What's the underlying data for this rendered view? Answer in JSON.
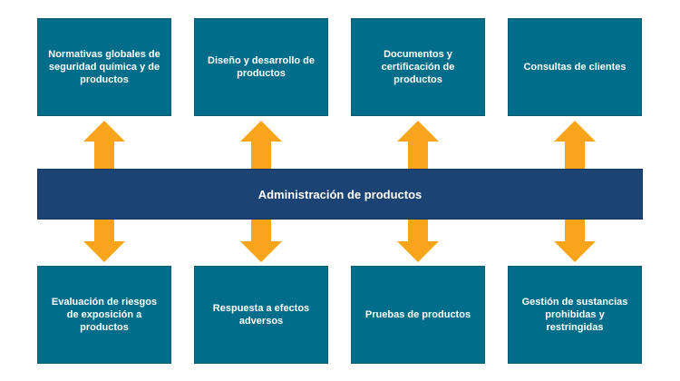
{
  "colors": {
    "box": "#006E8A",
    "bar": "#1B4373",
    "arrow": "#F9A51B"
  },
  "top_boxes": [
    {
      "label": "Normativas globales de seguridad química y de productos"
    },
    {
      "label": "Diseño y desarrollo de productos"
    },
    {
      "label": "Documentos y certificación de productos"
    },
    {
      "label": "Consultas de clientes"
    }
  ],
  "center": {
    "label": "Administración de productos"
  },
  "bottom_boxes": [
    {
      "label": "Evaluación de riesgos de exposición a productos"
    },
    {
      "label": "Respuesta a efectos adversos"
    },
    {
      "label": "Pruebas de productos"
    },
    {
      "label": "Gestión de sustancias prohibidas y restringidas"
    }
  ]
}
